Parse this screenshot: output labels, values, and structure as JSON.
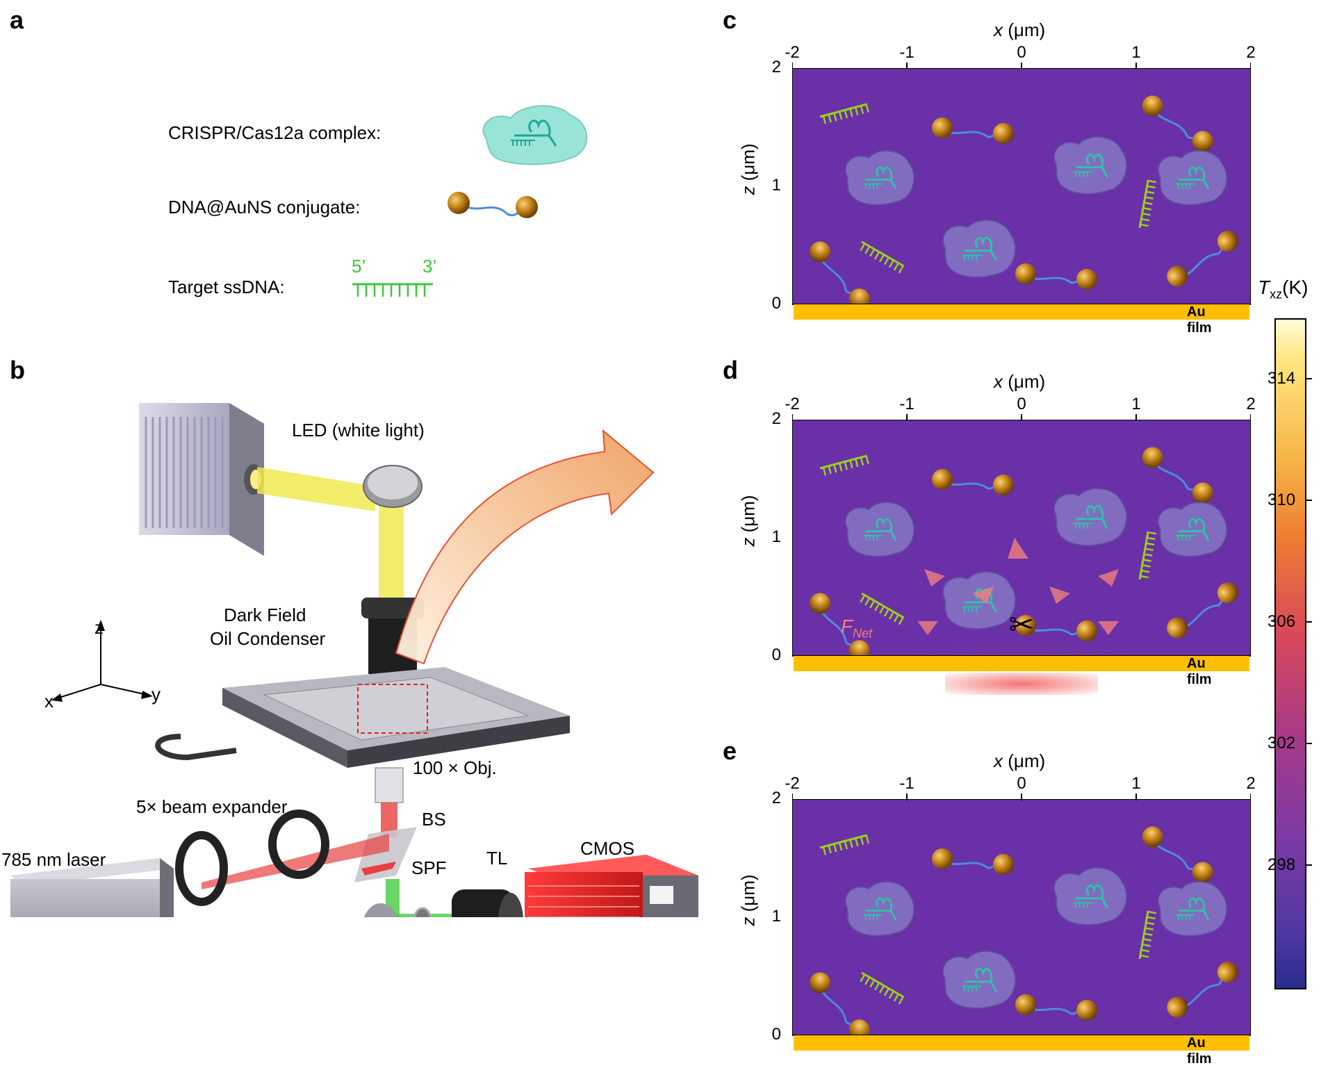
{
  "panel_labels": {
    "a": "a",
    "b": "b",
    "c": "c",
    "d": "d",
    "e": "e"
  },
  "legend": {
    "cas12a": "CRISPR/Cas12a complex:",
    "dna_ausn": "DNA@AuNS conjugate:",
    "target": "Target ssDNA:",
    "five_prime": "5’",
    "three_prime": "3’"
  },
  "setup": {
    "led": "LED (white light)",
    "condenser_1": "Dark Field",
    "condenser_2": "Oil Condenser",
    "objective": "100 × Obj.",
    "expander": "5× beam expander",
    "laser": "785 nm laser",
    "bs": "BS",
    "spf": "SPF",
    "tl": "TL",
    "cmos": "CMOS",
    "axis_x": "x",
    "axis_y": "y",
    "axis_z": "z"
  },
  "sim": {
    "x_label_var": "x",
    "x_label_unit": "(μm)",
    "z_label_var": "z",
    "z_label_unit": "(μm)",
    "x_ticks": [
      "-2",
      "-1",
      "0",
      "1",
      "2"
    ],
    "z_ticks": [
      "2",
      "1",
      "0"
    ],
    "film": "Au film",
    "fnet": "F",
    "fnet_sub": "Net"
  },
  "colorbar": {
    "title_var": "T",
    "title_sub": "xz",
    "title_unit": "(K)",
    "ticks": [
      "314",
      "310",
      "306",
      "302",
      "298"
    ],
    "range": [
      294,
      316
    ]
  },
  "colors": {
    "background": "#6a30a8",
    "film": "#ffbf00",
    "ssDNA": "#9ccf1e",
    "cas": "#2ec4a8",
    "gold": "#b8801a",
    "dna_blue": "#4a8fd8",
    "laser": "#e84040"
  }
}
